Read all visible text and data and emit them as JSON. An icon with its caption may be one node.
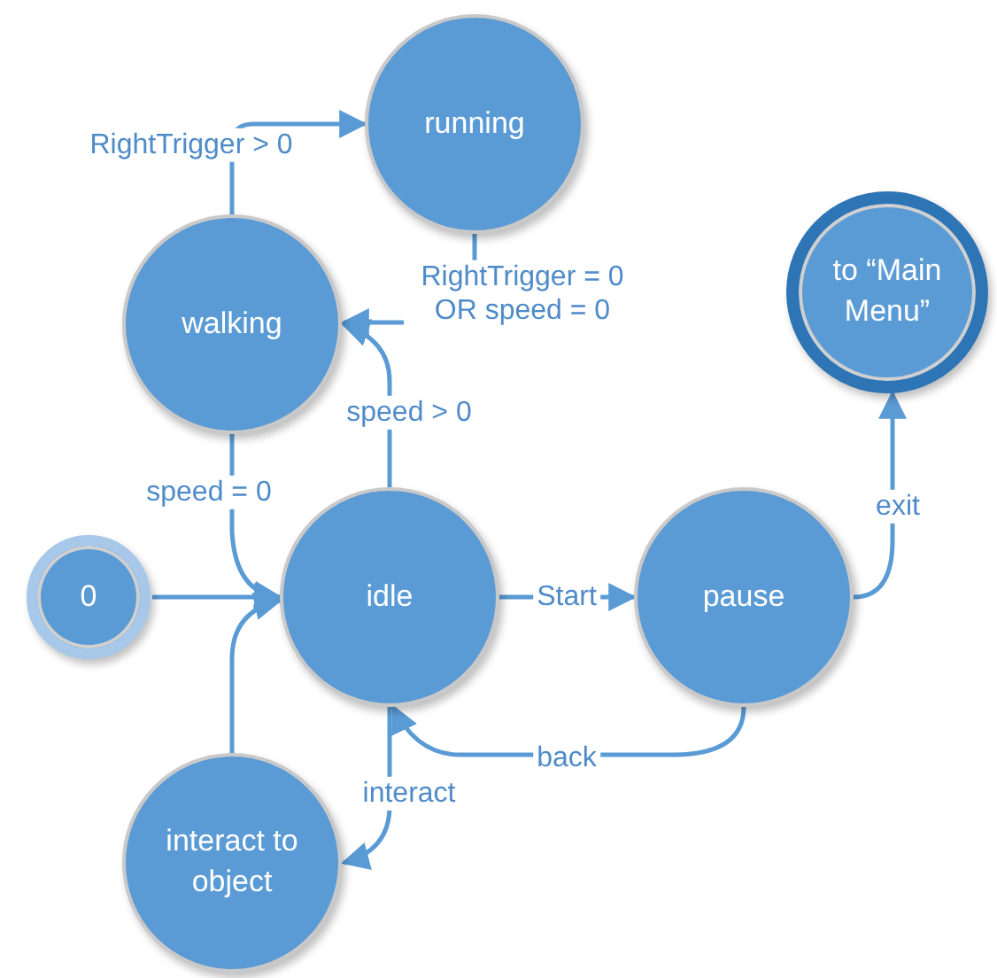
{
  "diagram": {
    "nodes": [
      {
        "text": [
          "running"
        ]
      },
      {
        "text": [
          "to “Main Menu”"
        ]
      },
      {
        "text": [
          "walking"
        ]
      },
      {
        "text": [
          "0"
        ]
      },
      {
        "text": [
          "idle"
        ]
      },
      {
        "text": [
          "pause"
        ]
      },
      {
        "text": [
          "interact to object"
        ]
      }
    ],
    "edges": [
      {
        "from": 2,
        "to": 0,
        "arrow": "to",
        "label": "RightTrigger > 0"
      },
      {
        "from": 0,
        "to": 2,
        "arrow": "to",
        "label": "RightTrigger = 0 OR speed = 0"
      },
      {
        "from": 4,
        "to": 2,
        "arrow": "to",
        "label": "speed > 0"
      },
      {
        "from": 2,
        "to": 4,
        "arrow": "to",
        "label": "speed = 0"
      },
      {
        "from": 3,
        "to": 4,
        "arrow": "to"
      },
      {
        "from": 6,
        "to": 4,
        "arrow": "to"
      },
      {
        "from": 4,
        "to": 6,
        "arrow": "to",
        "label": "interact"
      },
      {
        "from": 4,
        "to": 5,
        "arrow": "to",
        "label": "Start"
      },
      {
        "from": 5,
        "to": 4,
        "arrow": "to",
        "label": "back"
      },
      {
        "from": 5,
        "to": 1,
        "arrow": "to",
        "label": "exit"
      }
    ]
  }
}
